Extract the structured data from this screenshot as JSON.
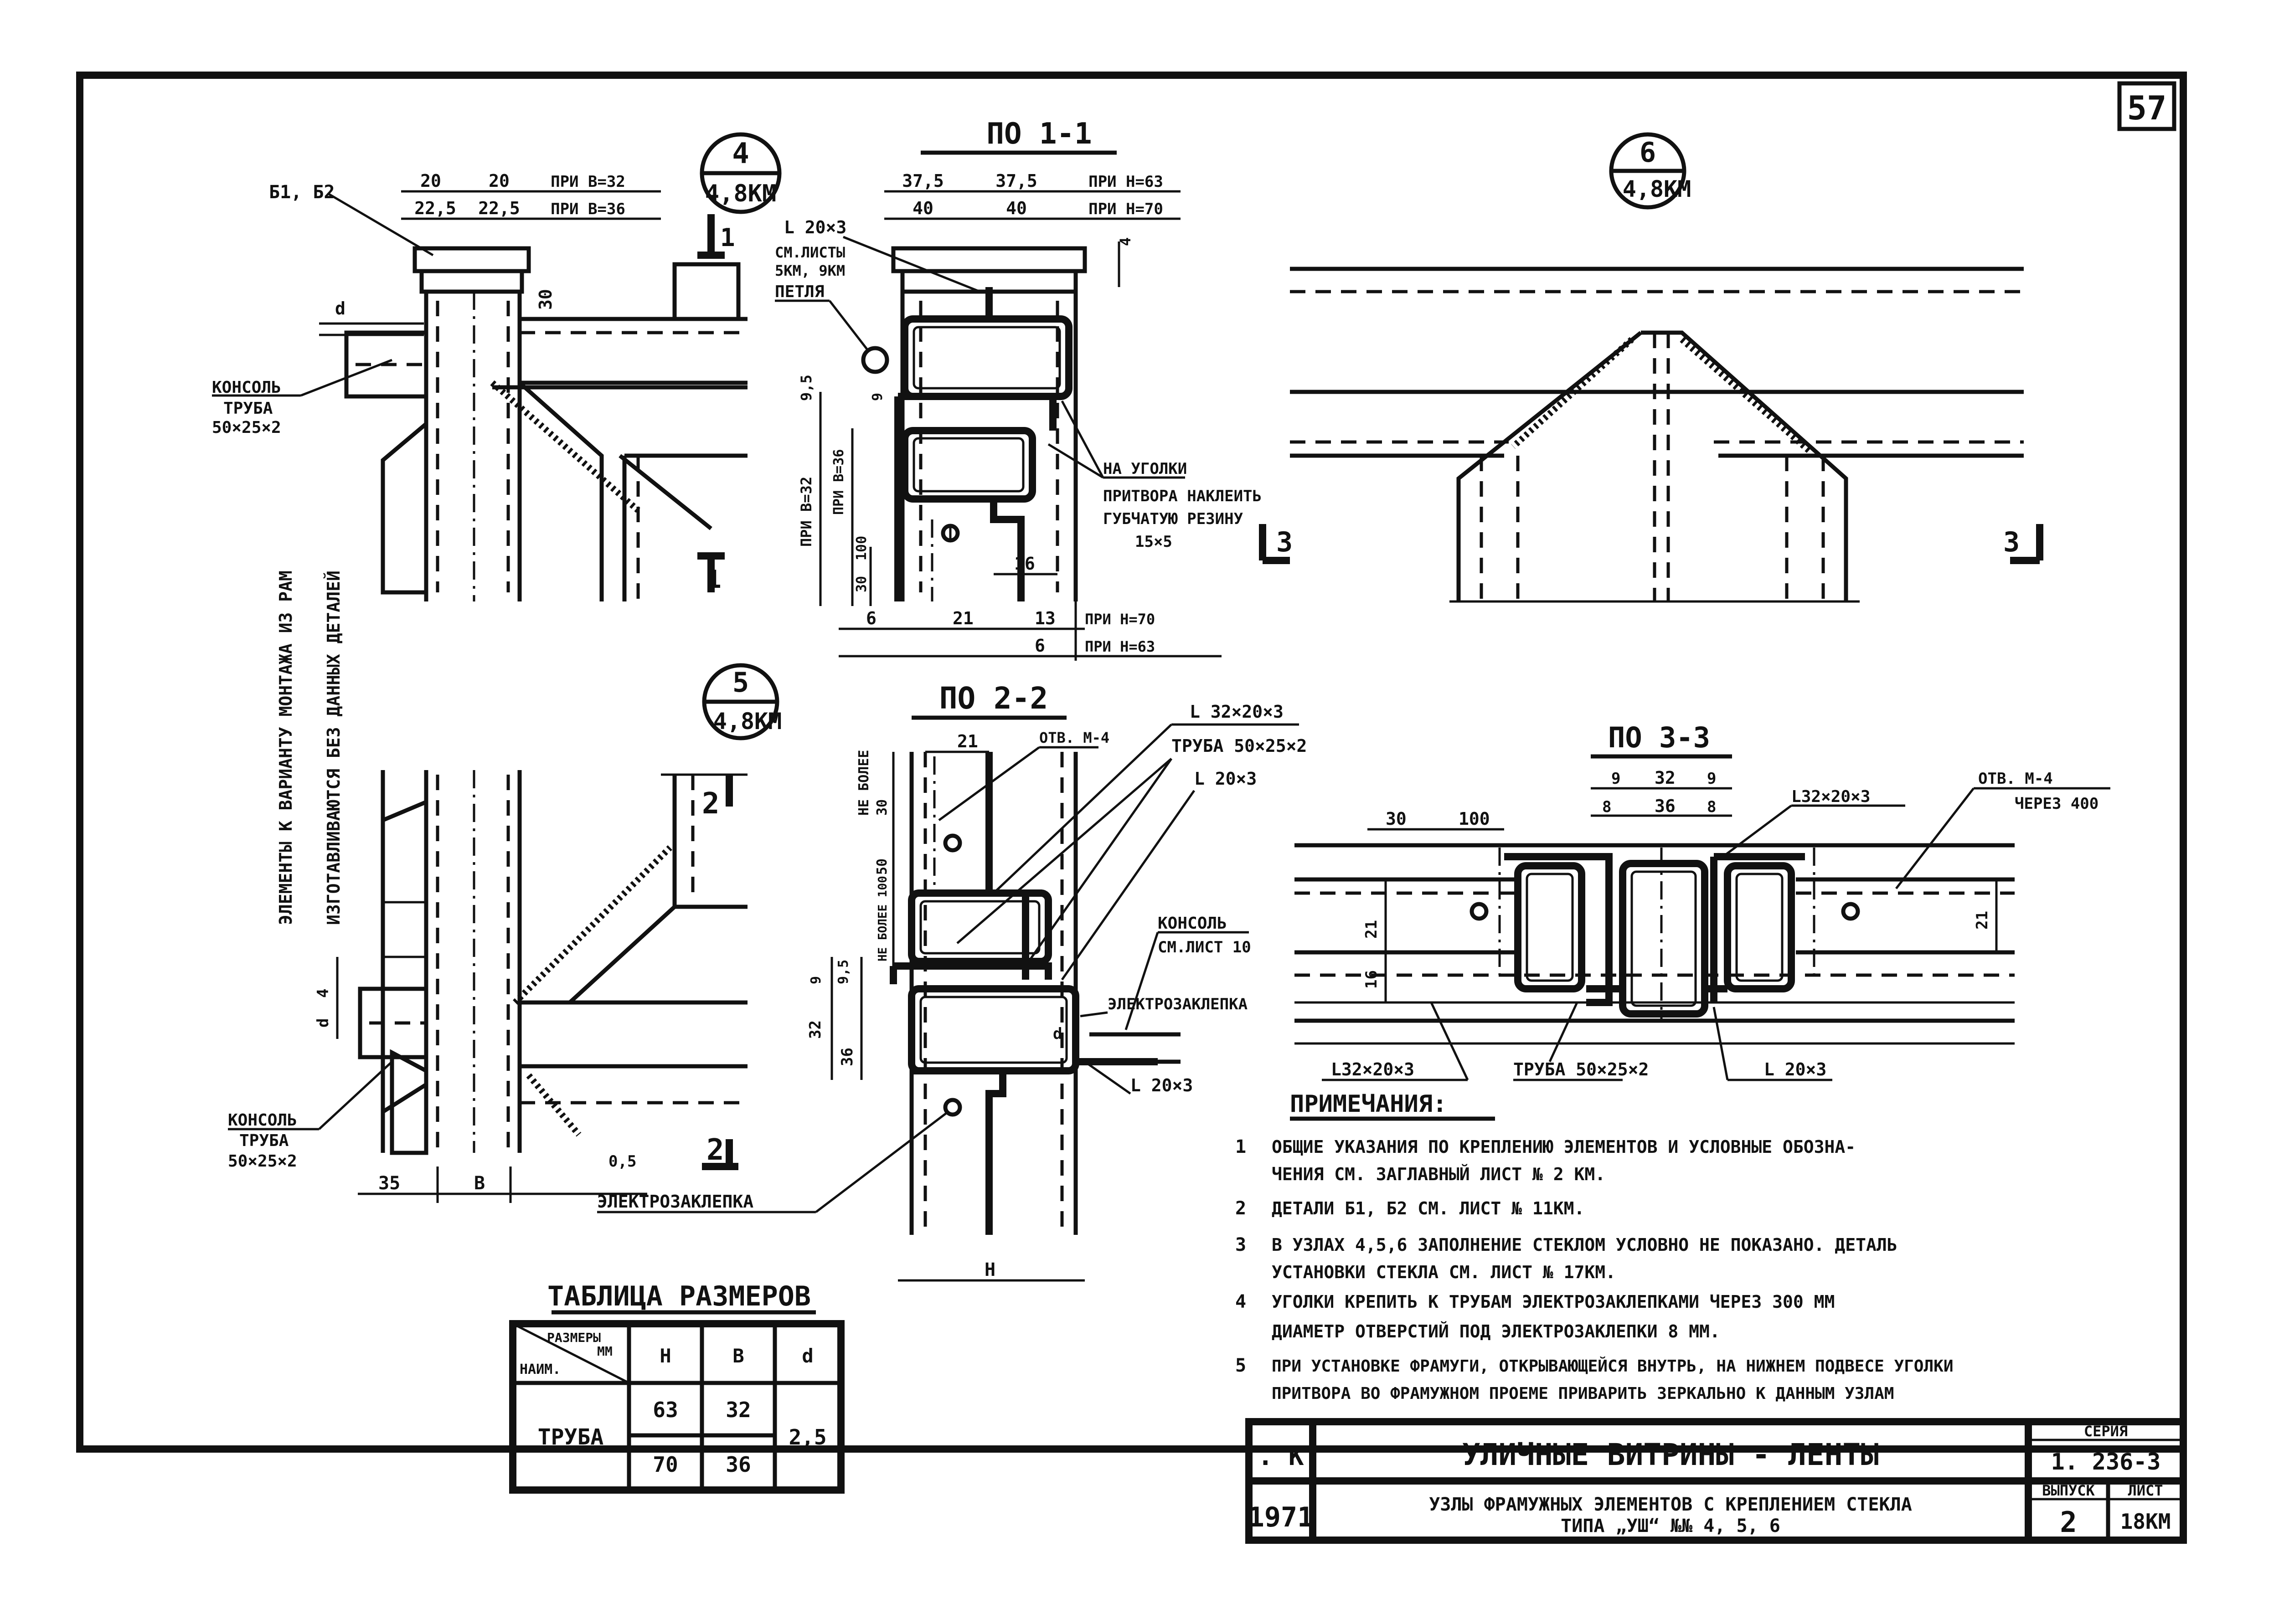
{
  "sheet_number": "57",
  "details": {
    "d4": {
      "num": "4",
      "ref": "4,8КМ"
    },
    "d5": {
      "num": "5",
      "ref": "4,8КМ"
    },
    "d6": {
      "num": "6",
      "ref": "4,8КМ"
    }
  },
  "sections": {
    "s11": "ПО 1-1",
    "s22": "ПО 2-2",
    "s33": "ПО 3-3",
    "cut1": "1",
    "cut2": "2",
    "cut3": "3"
  },
  "labels": {
    "b1b2": "Б1, Б2",
    "konsol1": "КОНСОЛЬ",
    "truba1": "ТРУБА",
    "truba1_size": "50×25×2",
    "vertical_note_1": "ЭЛЕМЕНТЫ К ВАРИАНТУ МОНТАЖА ИЗ РАМ",
    "vertical_note_2": "ИЗГОТАВЛИВАЮТСЯ БЕЗ ДАННЫХ ДЕТАЛЕЙ",
    "l20x3_a": "L 20×3",
    "sm_listy": "СМ.ЛИСТЫ",
    "km_ref": "5КМ, 9КМ",
    "petlya": "ПЕТЛЯ",
    "na_ugolki": "НА УГОЛКИ",
    "pritvora": "ПРИТВОРА НАКЛЕИТЬ",
    "gubchatuyu": "ГУБЧАТУЮ РЕЗИНУ",
    "rubber_size": "15×5",
    "pri_b32": "ПРИ В=32",
    "pri_b36": "ПРИ В=36",
    "l32": "L 32×20×3",
    "truba2": "ТРУБА 50×25×2",
    "l20x3_b": "L 20×3",
    "otv_m4": "ОТВ. М-4",
    "ne_bolee": "НЕ БОЛЕЕ",
    "ne_bolee_100": "НЕ БОЛЕЕ 100",
    "konsol2": "КОНСОЛЬ",
    "sm_list10": "СМ.ЛИСТ 10",
    "elektro1": "ЭЛЕКТРОЗАКЛЕПКА",
    "l20x3_c": "L 20×3",
    "elektro2": "ЭЛЕКТРОЗАКЛЕПКА",
    "konsol3": "КОНСОЛЬ",
    "truba3": "ТРУБА",
    "truba3_size": "50×25×2",
    "l32_b": "L32×20×3",
    "otv_m4_b": "ОТВ. М-4",
    "cherez400": "ЧЕРЕЗ 400",
    "l32_c": "L32×20×3",
    "truba4": "ТРУБА 50×25×2",
    "l20x3_d": "L 20×3",
    "sym_h": "Н",
    "sym_b": "В",
    "sym_d": "d"
  },
  "dims": {
    "d20a": "20",
    "d20b": "20",
    "pri_b32_top": "ПРИ В=32",
    "d225a": "22,5",
    "d225b": "22,5",
    "pri_b36_top": "ПРИ В=36",
    "d30": "30",
    "d4a": "4",
    "d375a": "37,5",
    "d375b": "37,5",
    "pri_h63": "ПРИ Н=63",
    "d40a": "40",
    "d40b": "40",
    "pri_h70": "ПРИ Н=70",
    "d95": "9,5",
    "d9": "9",
    "d100": "100",
    "d30b": "30",
    "d16": "16",
    "d6a": "6",
    "d21": "21",
    "d13": "13",
    "d6b": "6",
    "pri_h70_b": "ПРИ Н=70",
    "pri_h63_b": "ПРИ Н=63",
    "d21b": "21",
    "d30c": "30",
    "d50": "50",
    "d9b": "9",
    "d95b": "9,5",
    "d32": "32",
    "d36": "36",
    "d35": "35",
    "d4b": "4",
    "d05": "0,5",
    "d9c": "9",
    "d32b": "32",
    "d9d": "9",
    "d8a": "8",
    "d36b": "36",
    "d8b": "8",
    "d30d": "30",
    "d100b": "100",
    "d21c": "21",
    "d16b": "16",
    "d21d": "21"
  },
  "notes": {
    "heading": "ПРИМЕЧАНИЯ:",
    "items": [
      {
        "n": "1",
        "line1": "ОБЩИЕ УКАЗАНИЯ ПО КРЕПЛЕНИЮ ЭЛЕМЕНТОВ И УСЛОВНЫЕ ОБОЗНА-",
        "line2": "ЧЕНИЯ СМ. ЗАГЛАВНЫЙ ЛИСТ № 2 КМ."
      },
      {
        "n": "2",
        "line1": "ДЕТАЛИ Б1, Б2 СМ. ЛИСТ № 11КМ.",
        "line2": ""
      },
      {
        "n": "3",
        "line1": "В УЗЛАХ 4,5,6 ЗАПОЛНЕНИЕ СТЕКЛОМ УСЛОВНО НЕ ПОКАЗАНО. ДЕТАЛЬ",
        "line2": "УСТАНОВКИ СТЕКЛА СМ. ЛИСТ № 17КМ."
      },
      {
        "n": "4",
        "line1": "УГОЛКИ КРЕПИТЬ К ТРУБАМ ЭЛЕКТРОЗАКЛЕПКАМИ ЧЕРЕЗ 300 ММ",
        "line2": "ДИАМЕТР ОТВЕРСТИЙ ПОД ЭЛЕКТРОЗАКЛЕПКИ 8 ММ."
      },
      {
        "n": "5",
        "line1": "ПРИ УСТАНОВКЕ ФРАМУГИ, ОТКРЫВАЮЩЕЙСЯ ВНУТРЬ, НА НИЖНЕМ ПОДВЕСЕ УГОЛКИ",
        "line2": "ПРИТВОРА ВО ФРАМУЖНОМ ПРОЕМЕ ПРИВАРИТЬ ЗЕРКАЛЬНО К ДАННЫМ УЗЛАМ"
      }
    ]
  },
  "size_table": {
    "title": "ТАБЛИЦА РАЗМЕРОВ",
    "corner_top": "РАЗМЕРЫ",
    "corner_mid": "ММ",
    "corner_bottom": "НАИМ.",
    "col_h": "Н",
    "col_b": "В",
    "col_d": "d",
    "row_name": "ТРУБА",
    "h1": "63",
    "b1": "32",
    "h2": "70",
    "b2": "36",
    "d": "2,5"
  },
  "title_block": {
    "tk": "Т. К.",
    "year": "1971",
    "title": "УЛИЧНЫЕ ВИТРИНЫ - ЛЕНТЫ",
    "subtitle_1": "УЗЛЫ ФРАМУЖНЫХ ЭЛЕМЕНТОВ С КРЕПЛЕНИЕМ СТЕКЛА",
    "subtitle_2": "ТИПА „УШ“ №№ 4, 5, 6",
    "seria_label": "СЕРИЯ",
    "seria": "1. 236-3",
    "vypusk_label": "ВЫПУСК",
    "vypusk": "2",
    "list_label": "ЛИСТ",
    "list": "18КМ"
  }
}
